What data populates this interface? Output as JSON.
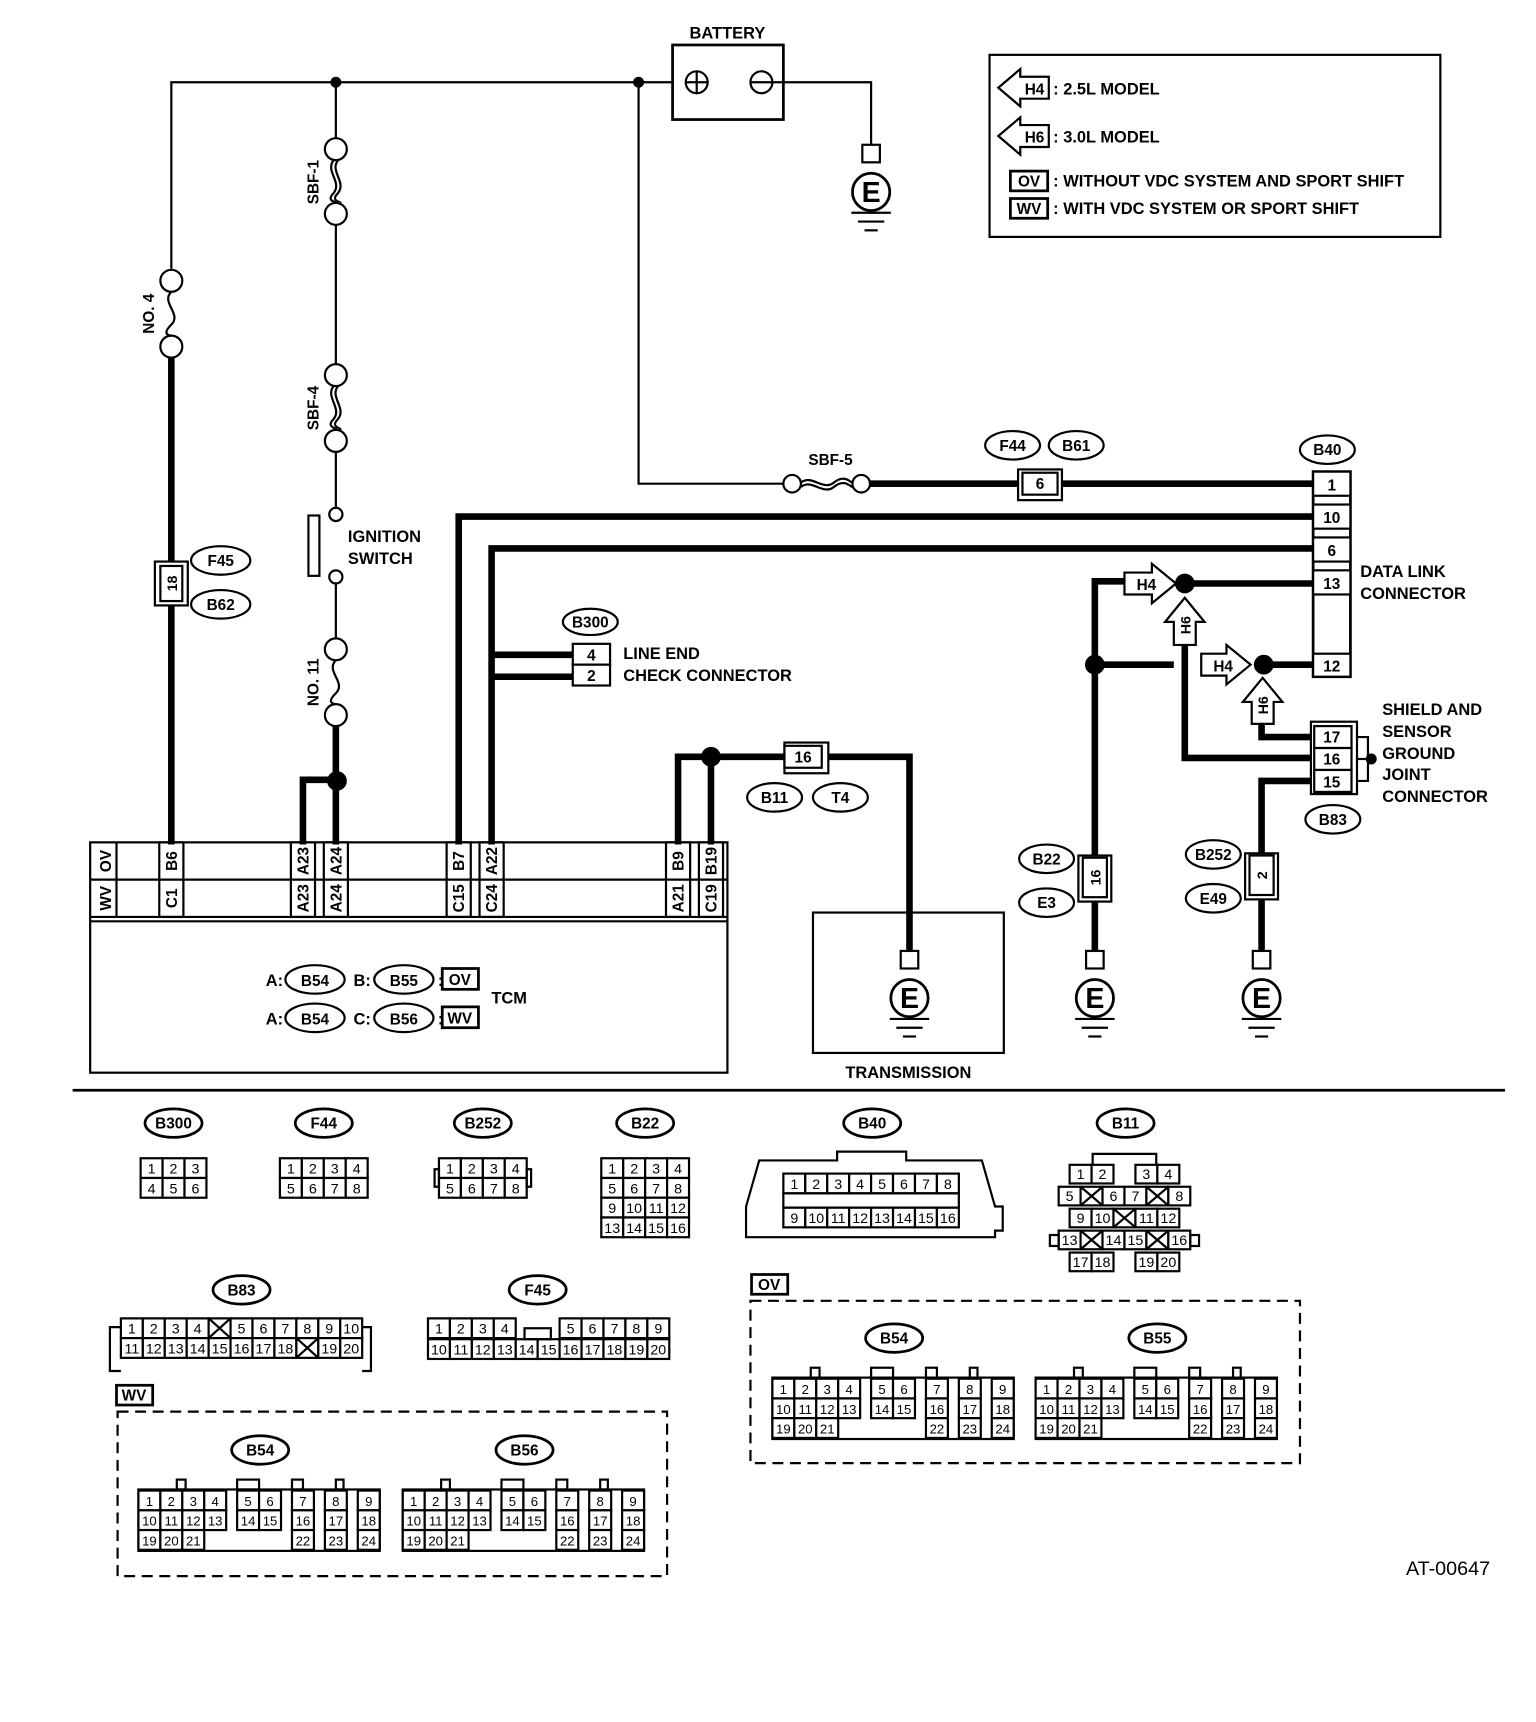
{
  "diagram": {
    "figure_id": "AT-00647",
    "legend": {
      "h4": {
        "tag": "H4",
        "text": ": 2.5L MODEL"
      },
      "h6": {
        "tag": "H6",
        "text": ": 3.0L MODEL"
      },
      "ov": {
        "tag": "OV",
        "text": ": WITHOUT VDC SYSTEM AND SPORT SHIFT"
      },
      "wv": {
        "tag": "WV",
        "text": ": WITH VDC SYSTEM OR SPORT SHIFT"
      }
    },
    "battery": {
      "label": "BATTERY",
      "ground": "E"
    },
    "fuses": {
      "no4": "NO. 4",
      "sbf1": "SBF-1",
      "sbf4": "SBF-4",
      "no11": "NO. 11",
      "sbf5": "SBF-5"
    },
    "ignition_switch": {
      "line1": "IGNITION",
      "line2": "SWITCH"
    },
    "f45_b62": {
      "pin": "18",
      "conn1": "F45",
      "conn2": "B62"
    },
    "f44_b61": {
      "pin": "6",
      "conn1": "F44",
      "conn2": "B61"
    },
    "b11_t4": {
      "pin": "16",
      "conn1": "B11",
      "conn2": "T4"
    },
    "b22_e3": {
      "pin": "16",
      "conn1": "B22",
      "conn2": "E3"
    },
    "b252_e49": {
      "pin": "2",
      "conn1": "B252",
      "conn2": "E49"
    },
    "line_end_check": {
      "conn": "B300",
      "line1": "LINE END",
      "line2": "CHECK CONNECTOR",
      "pins": [
        "4",
        "2"
      ]
    },
    "data_link": {
      "conn": "B40",
      "line1": "DATA LINK",
      "line2": "CONNECTOR",
      "pins": [
        "1",
        "10",
        "6",
        "13",
        "12"
      ]
    },
    "shield_joint": {
      "conn": "B83",
      "lines": [
        "SHIELD AND",
        "SENSOR",
        "GROUND",
        "JOINT",
        "CONNECTOR"
      ],
      "pins": [
        "17",
        "16",
        "15"
      ]
    },
    "h_tags": {
      "h4": "H4",
      "h6": "H6"
    },
    "ground_label": "E",
    "transmission": {
      "label": "TRANSMISSION"
    },
    "tcm": {
      "label": "TCM",
      "row_ov": {
        "tag": "OV",
        "pins": [
          "B6",
          "A23",
          "A24",
          "B7",
          "A22",
          "B9",
          "B19"
        ]
      },
      "row_wv": {
        "tag": "WV",
        "pins": [
          "C1",
          "A23",
          "A24",
          "C15",
          "C24",
          "A21",
          "C19"
        ]
      },
      "key1": {
        "a": "A:",
        "a_conn": "B54",
        "b": "B:",
        "b_conn": "B55",
        "tag": "OV"
      },
      "key2": {
        "a": "A:",
        "a_conn": "B54",
        "c": "C:",
        "c_conn": "B56",
        "tag": "WV"
      }
    },
    "connector_views": {
      "b300": {
        "name": "B300",
        "rows": [
          [
            "1",
            "2",
            "3"
          ],
          [
            "4",
            "5",
            "6"
          ]
        ]
      },
      "f44": {
        "name": "F44",
        "rows": [
          [
            "1",
            "2",
            "3",
            "4"
          ],
          [
            "5",
            "6",
            "7",
            "8"
          ]
        ]
      },
      "b252": {
        "name": "B252",
        "rows": [
          [
            "1",
            "2",
            "3",
            "4"
          ],
          [
            "5",
            "6",
            "7",
            "8"
          ]
        ]
      },
      "b22": {
        "name": "B22",
        "rows": [
          [
            "1",
            "2",
            "3",
            "4"
          ],
          [
            "5",
            "6",
            "7",
            "8"
          ],
          [
            "9",
            "10",
            "11",
            "12"
          ],
          [
            "13",
            "14",
            "15",
            "16"
          ]
        ]
      },
      "b40": {
        "name": "B40",
        "rows": [
          [
            "1",
            "2",
            "3",
            "4",
            "5",
            "6",
            "7",
            "8"
          ],
          [
            "9",
            "10",
            "11",
            "12",
            "13",
            "14",
            "15",
            "16"
          ]
        ]
      },
      "b11": {
        "name": "B11",
        "rows": [
          [
            "1",
            "2",
            "",
            "3",
            "4"
          ],
          [
            "5",
            "X",
            "6",
            "7",
            "X",
            "8"
          ],
          [
            "9",
            "10",
            "X",
            "11",
            "12"
          ],
          [
            "13",
            "X",
            "14",
            "15",
            "X",
            "16"
          ],
          [
            "17",
            "18",
            "",
            "19",
            "20"
          ]
        ]
      },
      "b83": {
        "name": "B83",
        "rows": [
          [
            "1",
            "2",
            "3",
            "4",
            "X",
            "5",
            "6",
            "7",
            "8",
            "9",
            "10"
          ],
          [
            "11",
            "12",
            "13",
            "14",
            "15",
            "16",
            "17",
            "18",
            "X",
            "19",
            "20"
          ]
        ]
      },
      "f45": {
        "name": "F45",
        "rows": [
          [
            "1",
            "2",
            "3",
            "4",
            "",
            "5",
            "6",
            "7",
            "8",
            "9"
          ],
          [
            "10",
            "11",
            "12",
            "13",
            "14",
            "15",
            "16",
            "17",
            "18",
            "19",
            "20"
          ]
        ]
      },
      "ov_group": {
        "tag": "OV",
        "b54": "B54",
        "b55": "B55"
      },
      "wv_group": {
        "tag": "WV",
        "b54": "B54",
        "b56": "B56"
      },
      "tcm24": {
        "rows": [
          [
            "1",
            "2",
            "3",
            "4",
            "5",
            "6",
            "7",
            "8",
            "9"
          ],
          [
            "10",
            "11",
            "12",
            "13",
            "14",
            "15",
            "16",
            "17",
            "18"
          ],
          [
            "19",
            "20",
            "21",
            "22",
            "23",
            "24"
          ]
        ]
      }
    }
  }
}
